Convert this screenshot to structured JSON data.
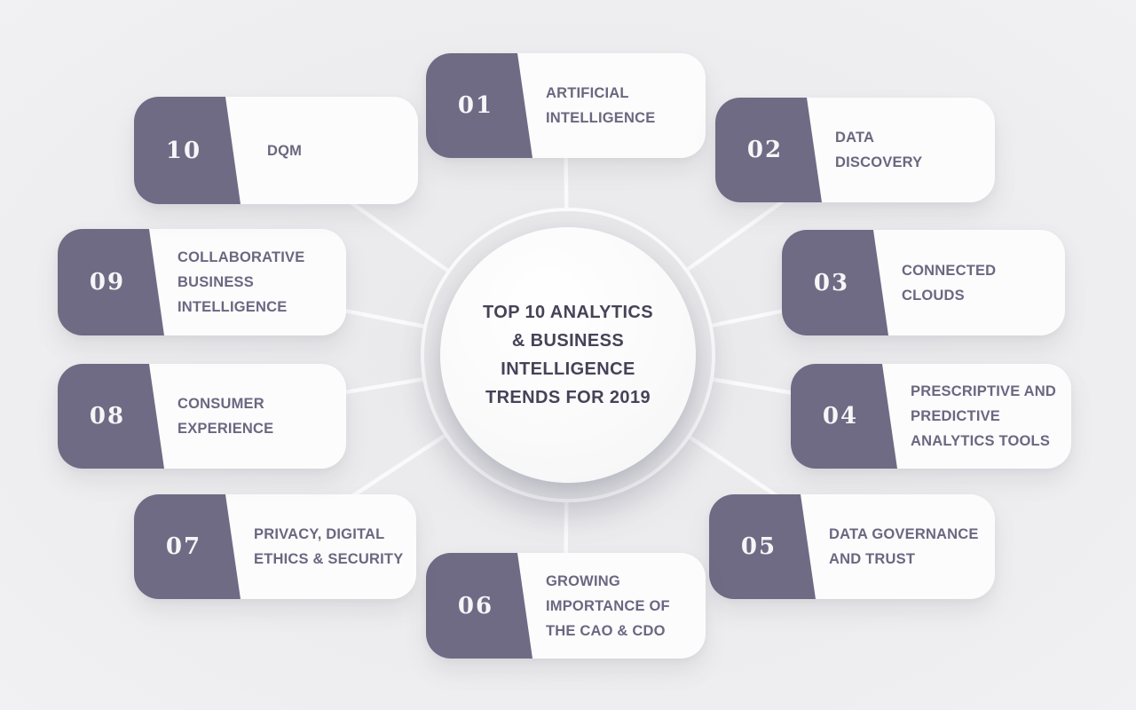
{
  "center": {
    "title": "TOP 10 ANALYTICS\n& BUSINESS\nINTELLIGENCE\nTRENDS FOR 2019"
  },
  "items": [
    {
      "number": "01",
      "label": "ARTIFICIAL\nINTELLIGENCE"
    },
    {
      "number": "02",
      "label": "DATA\nDISCOVERY"
    },
    {
      "number": "03",
      "label": "CONNECTED\nCLOUDS"
    },
    {
      "number": "04",
      "label": "PRESCRIPTIVE AND\nPREDICTIVE\nANALYTICS TOOLS"
    },
    {
      "number": "05",
      "label": "DATA GOVERNANCE\nAND TRUST"
    },
    {
      "number": "06",
      "label": "GROWING\nIMPORTANCE OF\nTHE CAO & CDO"
    },
    {
      "number": "07",
      "label": "PRIVACY, DIGITAL\nETHICS & SECURITY"
    },
    {
      "number": "08",
      "label": "CONSUMER\nEXPERIENCE"
    },
    {
      "number": "09",
      "label": "COLLABORATIVE\nBUSINESS\nINTELLIGENCE"
    },
    {
      "number": "10",
      "label": "DQM"
    }
  ],
  "colors": {
    "accent": "#6f6b84",
    "card_background": "#fcfcfd",
    "page_background": "#ededef",
    "center_title_text": "#464358",
    "item_label_text": "#6b6780",
    "number_text": "#f6f6f8",
    "connector_line": "#fafafb"
  }
}
